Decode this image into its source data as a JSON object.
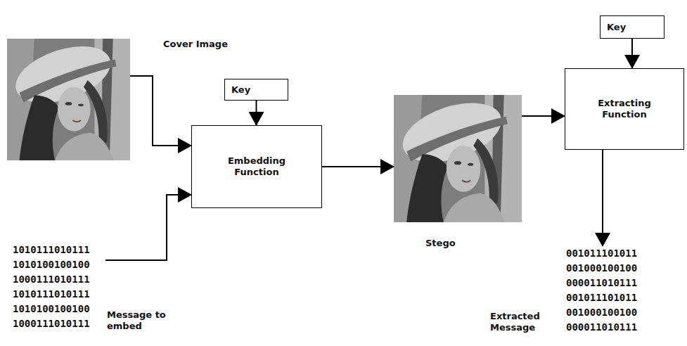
{
  "diagram": {
    "nodes": [
      {
        "text": [
          "Cover Image"
        ]
      },
      {
        "text": [
          "Key"
        ]
      },
      {
        "text": [
          "Embedding Function"
        ]
      },
      {
        "text": [
          "1010111010111 1010100100100 1000111010111 1010111010111 1010100100100 1000111010111",
          "Message to embed"
        ]
      },
      {
        "text": [
          "Stego"
        ]
      },
      {
        "text": [
          "Key"
        ]
      },
      {
        "text": [
          "Extracting Function"
        ]
      },
      {
        "text": [
          "001011101011 001000100100 000011010111 001011101011 001000100100 000011010111",
          "Extracted Message"
        ]
      }
    ],
    "edges": [
      {
        "from": 0,
        "to": 2,
        "arrow": "to"
      },
      {
        "from": 1,
        "to": 2,
        "arrow": "to"
      },
      {
        "from": 3,
        "to": 2,
        "arrow": "to"
      },
      {
        "from": 2,
        "to": 4,
        "arrow": "to"
      },
      {
        "from": 4,
        "to": 6,
        "arrow": "to"
      },
      {
        "from": 5,
        "to": 6,
        "arrow": "to"
      },
      {
        "from": 6,
        "to": 7,
        "arrow": "to"
      }
    ]
  }
}
